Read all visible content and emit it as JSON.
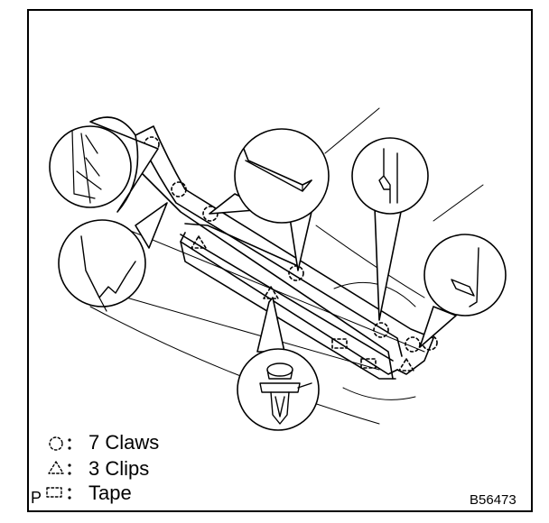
{
  "legend": {
    "claws": "7 Claws",
    "clips": "3 Clips",
    "tape": "Tape"
  },
  "corner_mark": "P",
  "figure_code": "B56473",
  "icons": {
    "claw_symbol": "dashed-circle-icon",
    "clip_symbol": "dashed-triangle-icon",
    "tape_symbol": "dashed-rectangle-icon"
  },
  "colors": {
    "line": "#000000",
    "background": "#ffffff"
  }
}
